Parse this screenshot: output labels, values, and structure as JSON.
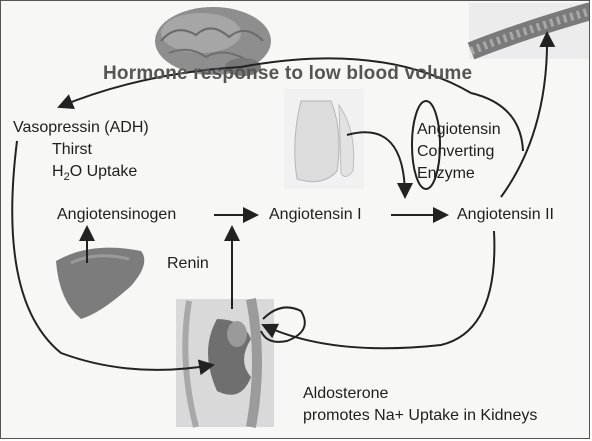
{
  "title": "Hormone response to low blood volume",
  "vasopressin": {
    "line1": "Vasopressin (ADH)",
    "line2": "Thirst",
    "line3_prefix": "H",
    "line3_sub": "2",
    "line3_suffix": "O Uptake"
  },
  "ace": {
    "line1": "Angiotensin",
    "line2": "Converting",
    "line3": "Enzyme"
  },
  "chain": {
    "angiotensinogen": "Angiotensinogen",
    "angiotensin1": "Angiotensin I",
    "angiotensin2": "Angiotensin II"
  },
  "renin": "Renin",
  "aldosterone": {
    "line1": "Aldosterone",
    "line2": "promotes Na+ Uptake in Kidneys"
  },
  "images": [
    "brain",
    "blood-vessel",
    "lungs",
    "liver",
    "kidney"
  ]
}
